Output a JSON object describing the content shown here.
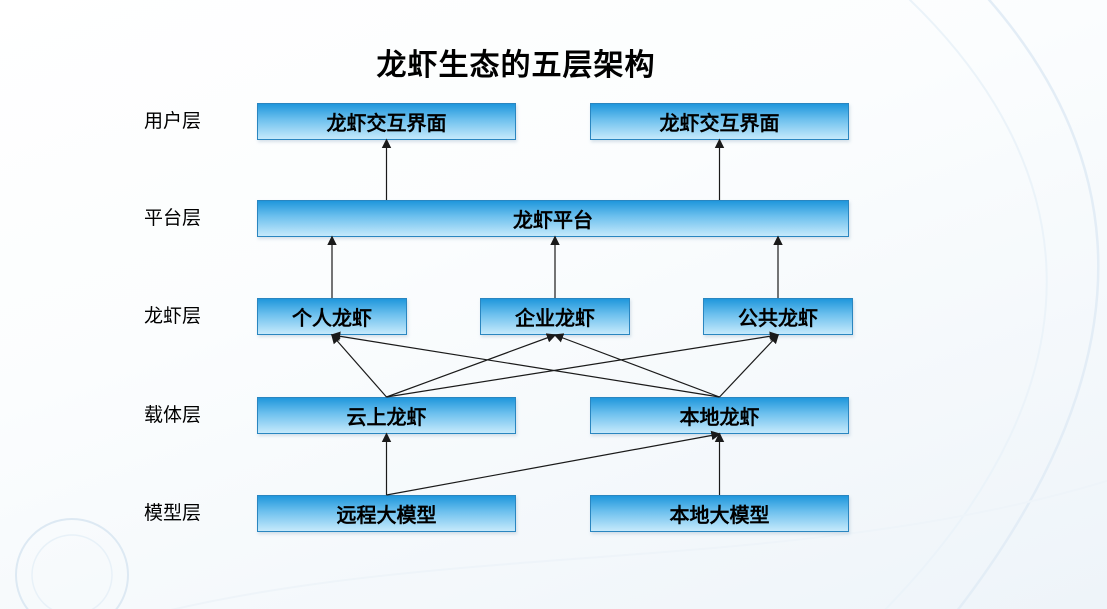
{
  "title": "龙虾生态的五层架构",
  "layers": [
    {
      "label": "用户层",
      "boxes": [
        {
          "id": "ui_left",
          "text": "龙虾交互界面"
        },
        {
          "id": "ui_right",
          "text": "龙虾交互界面"
        }
      ]
    },
    {
      "label": "平台层",
      "boxes": [
        {
          "id": "platform",
          "text": "龙虾平台"
        }
      ]
    },
    {
      "label": "龙虾层",
      "boxes": [
        {
          "id": "personal",
          "text": "个人龙虾"
        },
        {
          "id": "enterprise",
          "text": "企业龙虾"
        },
        {
          "id": "public",
          "text": "公共龙虾"
        }
      ]
    },
    {
      "label": "载体层",
      "boxes": [
        {
          "id": "cloud",
          "text": "云上龙虾"
        },
        {
          "id": "local",
          "text": "本地龙虾"
        }
      ]
    },
    {
      "label": "模型层",
      "boxes": [
        {
          "id": "remote_model",
          "text": "远程大模型"
        },
        {
          "id": "local_model",
          "text": "本地大模型"
        }
      ]
    }
  ],
  "connections": [
    {
      "from": "platform",
      "to": "ui_left",
      "mode": "target-x"
    },
    {
      "from": "platform",
      "to": "ui_right",
      "mode": "target-x"
    },
    {
      "from": "personal",
      "to": "platform",
      "mode": "source-x"
    },
    {
      "from": "enterprise",
      "to": "platform",
      "mode": "source-x"
    },
    {
      "from": "public",
      "to": "platform",
      "mode": "source-x"
    },
    {
      "from": "cloud",
      "to": "personal",
      "mode": "direct"
    },
    {
      "from": "cloud",
      "to": "enterprise",
      "mode": "direct"
    },
    {
      "from": "cloud",
      "to": "public",
      "mode": "direct"
    },
    {
      "from": "local",
      "to": "personal",
      "mode": "direct"
    },
    {
      "from": "local",
      "to": "enterprise",
      "mode": "direct"
    },
    {
      "from": "local",
      "to": "public",
      "mode": "direct"
    },
    {
      "from": "remote_model",
      "to": "cloud",
      "mode": "direct"
    },
    {
      "from": "remote_model",
      "to": "local",
      "mode": "direct"
    },
    {
      "from": "local_model",
      "to": "local",
      "mode": "direct"
    }
  ],
  "colors": {
    "box_gradient_top": "#1f97dc",
    "box_gradient_mid": "#6ec1ee",
    "box_gradient_bottom": "#c5e9fb",
    "box_border": "#2a86c0",
    "connector": "#1a1a1a",
    "text": "#000000"
  }
}
